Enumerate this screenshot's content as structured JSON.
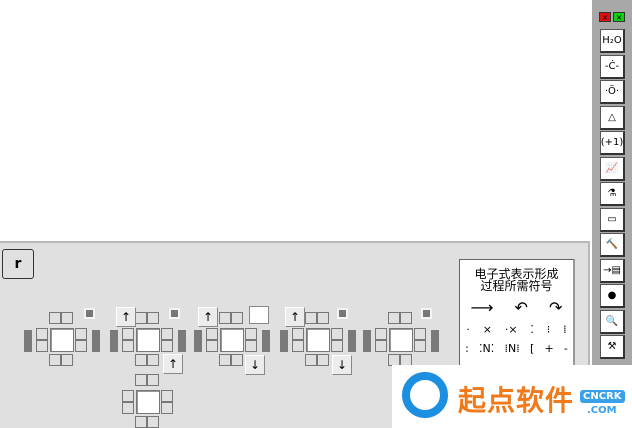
{
  "toolbar": {
    "window_buttons": [
      {
        "name": "close",
        "glyph": "×",
        "color": "#e01010"
      },
      {
        "name": "restore",
        "glyph": "×",
        "color": "#10d010"
      }
    ],
    "tools": [
      {
        "icon": "h2o-icon",
        "glyph": "H₂O"
      },
      {
        "icon": "bond-atom-icon",
        "glyph": "-Ċ-"
      },
      {
        "icon": "electron-atom-icon",
        "glyph": "·Ö·"
      },
      {
        "icon": "triangle-icon",
        "glyph": "△"
      },
      {
        "icon": "charge-icon",
        "glyph": "(+1)"
      },
      {
        "icon": "graph-icon",
        "glyph": "📈"
      },
      {
        "icon": "apparatus-icon",
        "glyph": "⚗"
      },
      {
        "icon": "beaker-icon",
        "glyph": "▭"
      },
      {
        "icon": "hammer-icon",
        "glyph": "🔨"
      },
      {
        "icon": "insert-icon",
        "glyph": "→▤"
      },
      {
        "icon": "molecule-icon",
        "glyph": "●"
      },
      {
        "icon": "search-book-icon",
        "glyph": "🔍"
      },
      {
        "icon": "tools-icon",
        "glyph": "⚒"
      }
    ]
  },
  "panel": {
    "r_button": "r",
    "symbols": {
      "title_line1": "电子式表示形成",
      "title_line2": "过程所需符号",
      "arrows": [
        "⟶",
        "↶",
        "↷"
      ],
      "dots": [
        "·",
        "×",
        "·×",
        "⁚",
        "⁝",
        "⁞"
      ],
      "structs": [
        ":",
        "⁚N⁚",
        "⁞N⁞",
        "[",
        "+",
        "-"
      ]
    }
  },
  "watermark": {
    "name": "起点软件",
    "domain1": "CNCRK",
    "domain2": ".COM"
  }
}
